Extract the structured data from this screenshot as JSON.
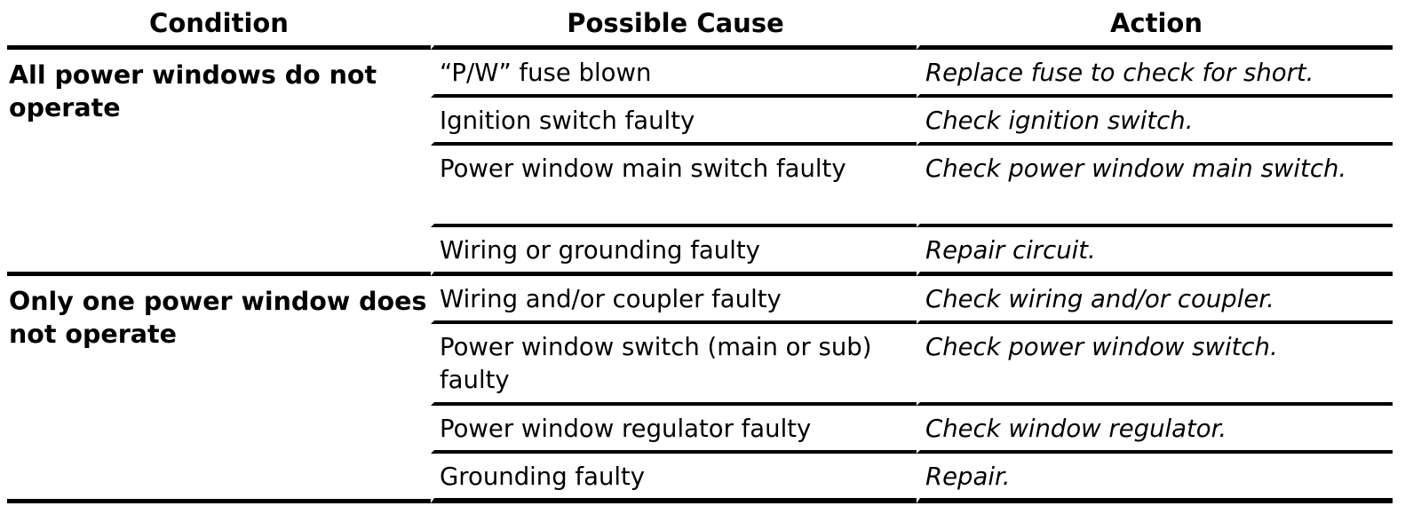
{
  "header": {
    "condition": "Condition",
    "possible_cause": "Possible Cause",
    "action": "Action"
  },
  "groups": [
    {
      "condition": "All power windows do not operate",
      "rows": [
        {
          "cause": "“P/W” fuse blown",
          "action": "Replace fuse to check for short."
        },
        {
          "cause": "Ignition switch faulty",
          "action": "Check ignition switch."
        },
        {
          "cause": "Power window main switch faulty",
          "action": "Check power window main switch."
        },
        {
          "cause": "Wiring or grounding faulty",
          "action": "Repair circuit."
        }
      ]
    },
    {
      "condition": "Only one power window does not operate",
      "rows": [
        {
          "cause": "Wiring and/or coupler faulty",
          "action": "Check wiring and/or coupler."
        },
        {
          "cause": "Power window switch (main or sub) faulty",
          "action": "Check power window switch."
        },
        {
          "cause": "Power window regulator faulty",
          "action": "Check window regulator."
        },
        {
          "cause": "Grounding faulty",
          "action": "Repair."
        }
      ]
    }
  ]
}
